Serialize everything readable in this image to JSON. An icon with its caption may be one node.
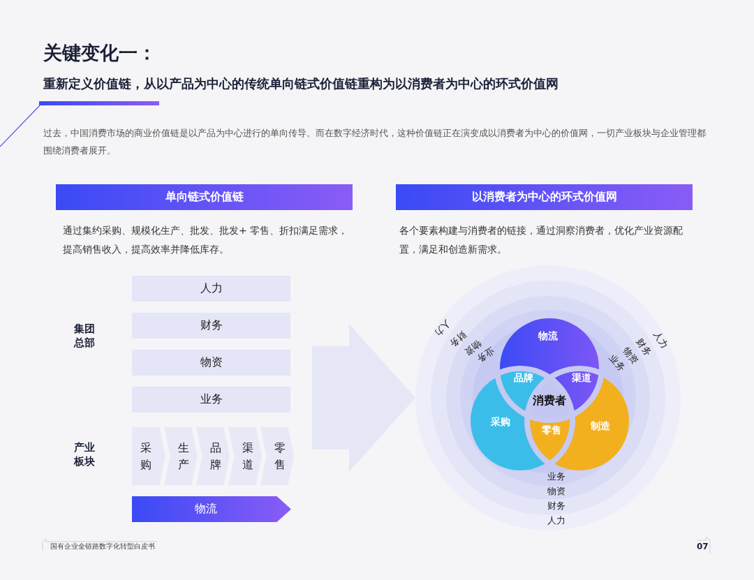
{
  "diagram": {
    "title": "关键变化一：",
    "nodes": [
      {
        "text": [
          "单向链式价值链"
        ]
      },
      {
        "text": [
          "以消费者为中心的环式价值网"
        ]
      },
      {
        "text": [
          "人力"
        ]
      },
      {
        "text": [
          "财务"
        ]
      },
      {
        "text": [
          "物资"
        ]
      },
      {
        "text": [
          "业务"
        ]
      },
      {
        "text": [
          "采购"
        ]
      },
      {
        "text": [
          "生产"
        ]
      },
      {
        "text": [
          "品牌"
        ]
      },
      {
        "text": [
          "渠道"
        ]
      },
      {
        "text": [
          "零售"
        ]
      },
      {
        "text": [
          "物流"
        ]
      },
      {
        "text": [],
        "shape": "circle"
      },
      {
        "text": [
          "物流"
        ],
        "in": 12
      },
      {
        "text": [
          "品牌"
        ],
        "in": 12
      },
      {
        "text": [
          "渠道"
        ],
        "in": 12
      },
      {
        "text": [
          "消费者"
        ],
        "in": 12
      },
      {
        "text": [
          "采购"
        ],
        "in": 12
      },
      {
        "text": [
          "零售"
        ],
        "in": 12
      },
      {
        "text": [
          "制造"
        ],
        "in": 12
      }
    ],
    "edges": [
      {
        "from": null,
        "to": 12,
        "arrow": "to"
      }
    ],
    "labels": [
      "重新定义价值链，从以产品为中心的传统单向链式价值链重构为以消费者为中心的环式价值网",
      "过去，中国消费市场的商业价值链是以产品为中心进行的单向传导。而在数字经济时代，这种价值链正在演变成以消费者为中心的价值网，一切产业板块与企业管理都围绕消费者展开。",
      "通过集约采购、规模化生产、批发、批发+ 零售、折扣满足需求，提高销售收入，提高效率并降低库存。",
      "各个要素构建与消费者的链接，通过洞察消费者，优化产业资源配置，满足和创造新需求。",
      "集团总部",
      "产业板块",
      "人力",
      "财务",
      "物资",
      "业务",
      "业务",
      "物资",
      "财务",
      "人力",
      "业务",
      "物资",
      "财务",
      "人力",
      "国有企业全链路数字化转型白皮书",
      "07"
    ]
  }
}
